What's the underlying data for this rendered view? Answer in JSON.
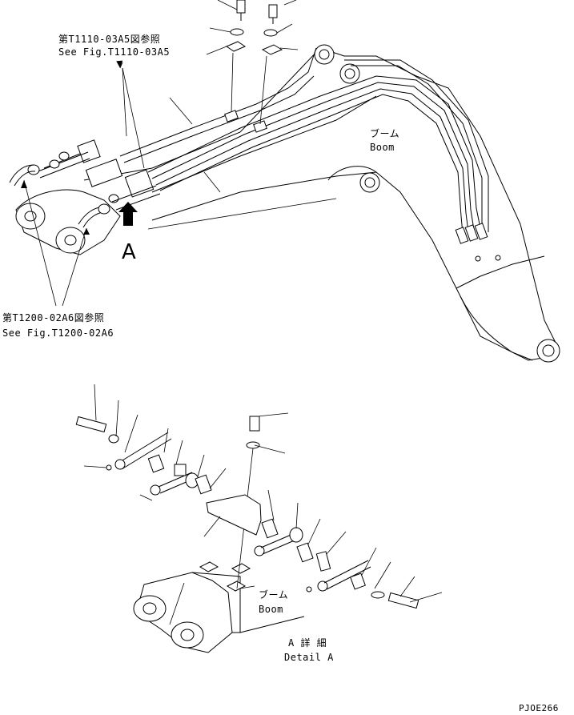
{
  "labels": {
    "ref_top": {
      "jp": "第T1110-03A5図参照",
      "en": "See Fig.T1110-03A5"
    },
    "ref_bottom": {
      "jp": "第T1200-02A6図参照",
      "en": "See Fig.T1200-02A6"
    },
    "boom_top": {
      "jp": "ブーム",
      "en": "Boom"
    },
    "boom_detail": {
      "jp": "ブーム",
      "en": "Boom"
    },
    "view_letter": "A",
    "detail_title": {
      "jp": "A 詳 細",
      "en": "Detail A"
    },
    "drawing_code": "PJOE266"
  }
}
